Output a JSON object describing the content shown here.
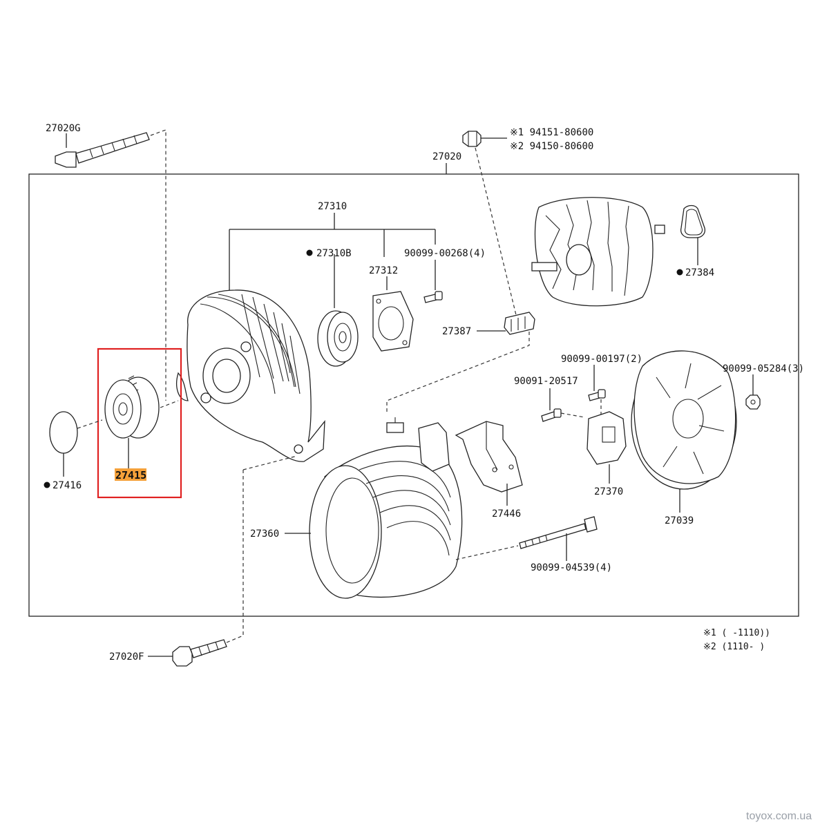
{
  "labels": {
    "p27020G": "27020G",
    "p27020": "27020",
    "note_line1": "※1  94151-80600",
    "note_line2": "※2  94150-80600",
    "p27310": "27310",
    "p27310B": "27310B",
    "p27312": "27312",
    "p90099_00268": "90099-00268(4)",
    "p27384": "27384",
    "p27387": "27387",
    "p90099_00197": "90099-00197(2)",
    "p90099_05284": "90099-05284(3)",
    "p90091_20517": "90091-20517",
    "p27415": "27415",
    "p27416": "27416",
    "p27370": "27370",
    "p27446": "27446",
    "p27039": "27039",
    "p27360": "27360",
    "p90099_04539": "90099-04539(4)",
    "p27020F": "27020F"
  },
  "legend": {
    "line1": "※1 (        -1110))",
    "line2": "※2 (1110-        )"
  },
  "watermark": "toyox.com.ua",
  "highlight": {
    "part": "27415",
    "box_color": "#e02020",
    "label_fill": "#f5a13a"
  }
}
